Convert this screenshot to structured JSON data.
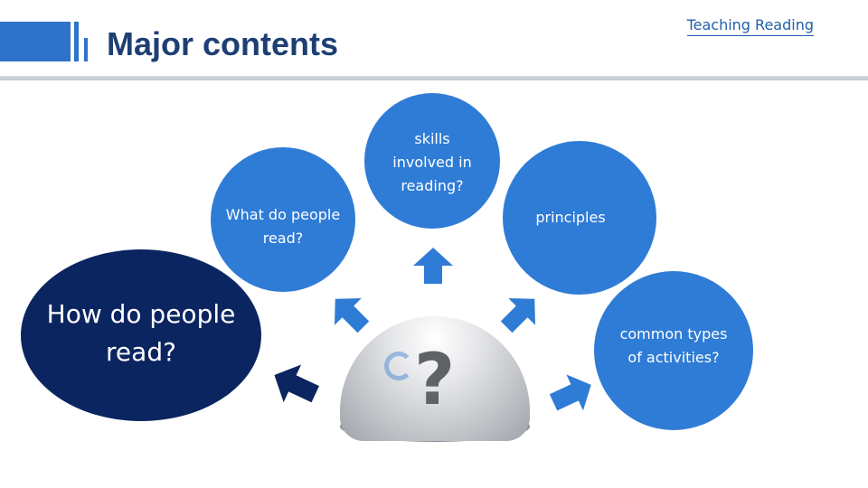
{
  "header": {
    "title": "Major contents",
    "subtitle": "Teaching Reading"
  },
  "diagram": {
    "center_symbol": "?",
    "nodes": [
      {
        "id": "how",
        "lines": [
          "How do people",
          "read?"
        ],
        "color": "#0b2560"
      },
      {
        "id": "what",
        "lines": [
          "What do people",
          "read?"
        ],
        "color": "#2f7cd6"
      },
      {
        "id": "skills",
        "lines": [
          "skills",
          "involved in",
          "reading?"
        ],
        "color": "#2f7cd6"
      },
      {
        "id": "principles",
        "lines": [
          "principles"
        ],
        "color": "#2f7cd6"
      },
      {
        "id": "common",
        "lines": [
          "common types",
          "of activities?"
        ],
        "color": "#2f7cd6"
      }
    ]
  },
  "colors": {
    "accent": "#2e73c9",
    "title": "#1d3f73",
    "dark_navy": "#0b2560",
    "arrow_blue": "#2f7cd6"
  }
}
